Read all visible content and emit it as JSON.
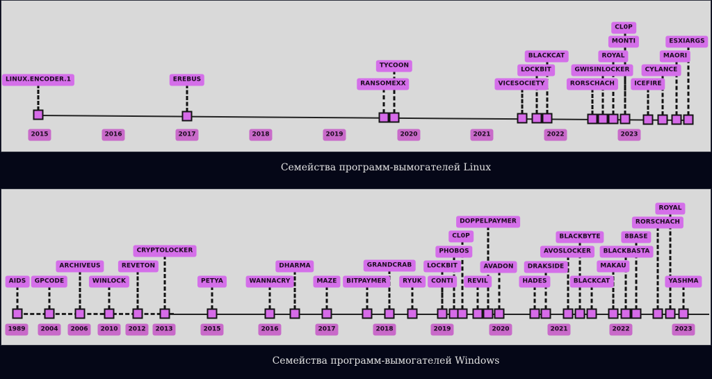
{
  "linux": {
    "caption": "Семейства программ-вымогателей Linux",
    "years": [
      "2015",
      "2016",
      "2017",
      "2018",
      "2019",
      "2020",
      "2021",
      "2022",
      "2023"
    ],
    "families": [
      "LINUX.ENCODER.1",
      "EREBUS",
      "RANSOMEXX",
      "TYCOON",
      "VICESOCIETY",
      "LOCKBIT",
      "BLACKCAT",
      "RORSCHACH",
      "GWISINLOCKER",
      "ROYAL",
      "MONTI",
      "CL0P",
      "ICEFIRE",
      "CYLANCE",
      "MAORI",
      "ESXIARGS"
    ]
  },
  "windows": {
    "caption": "Семейства программ-вымогателей Windows",
    "years": [
      "1989",
      "2004",
      "2006",
      "2010",
      "2012",
      "2013",
      "2015",
      "2016",
      "2017",
      "2018",
      "2019",
      "2020",
      "2021",
      "2022",
      "2023"
    ],
    "families": [
      "AIDS",
      "GPCODE",
      "ARCHIVEUS",
      "WINLOCK",
      "REVETON",
      "CRYPTOLOCKER",
      "PETYA",
      "WANNACRY",
      "DHARMA",
      "MAZE",
      "BITPAYMER",
      "GRANDCRAB",
      "RYUK",
      "LOCKBIT",
      "CONTI",
      "PHOBOS",
      "CL0P",
      "DOPPELPAYMER",
      "REVIL",
      "AVADON",
      "HADES",
      "DRAKSIDE",
      "AVOSLOCKER",
      "BLACKBYTE",
      "BLACKCAT",
      "MAKAU",
      "BLACKBASTA",
      "8BASE",
      "RORSCHACH",
      "ROYAL",
      "YASHMA"
    ]
  },
  "colors": {
    "label": "#d46fe9",
    "year": "#c86ac9",
    "marker": "#d66be8",
    "panel": "#d9d9d9",
    "background": "#050717"
  }
}
